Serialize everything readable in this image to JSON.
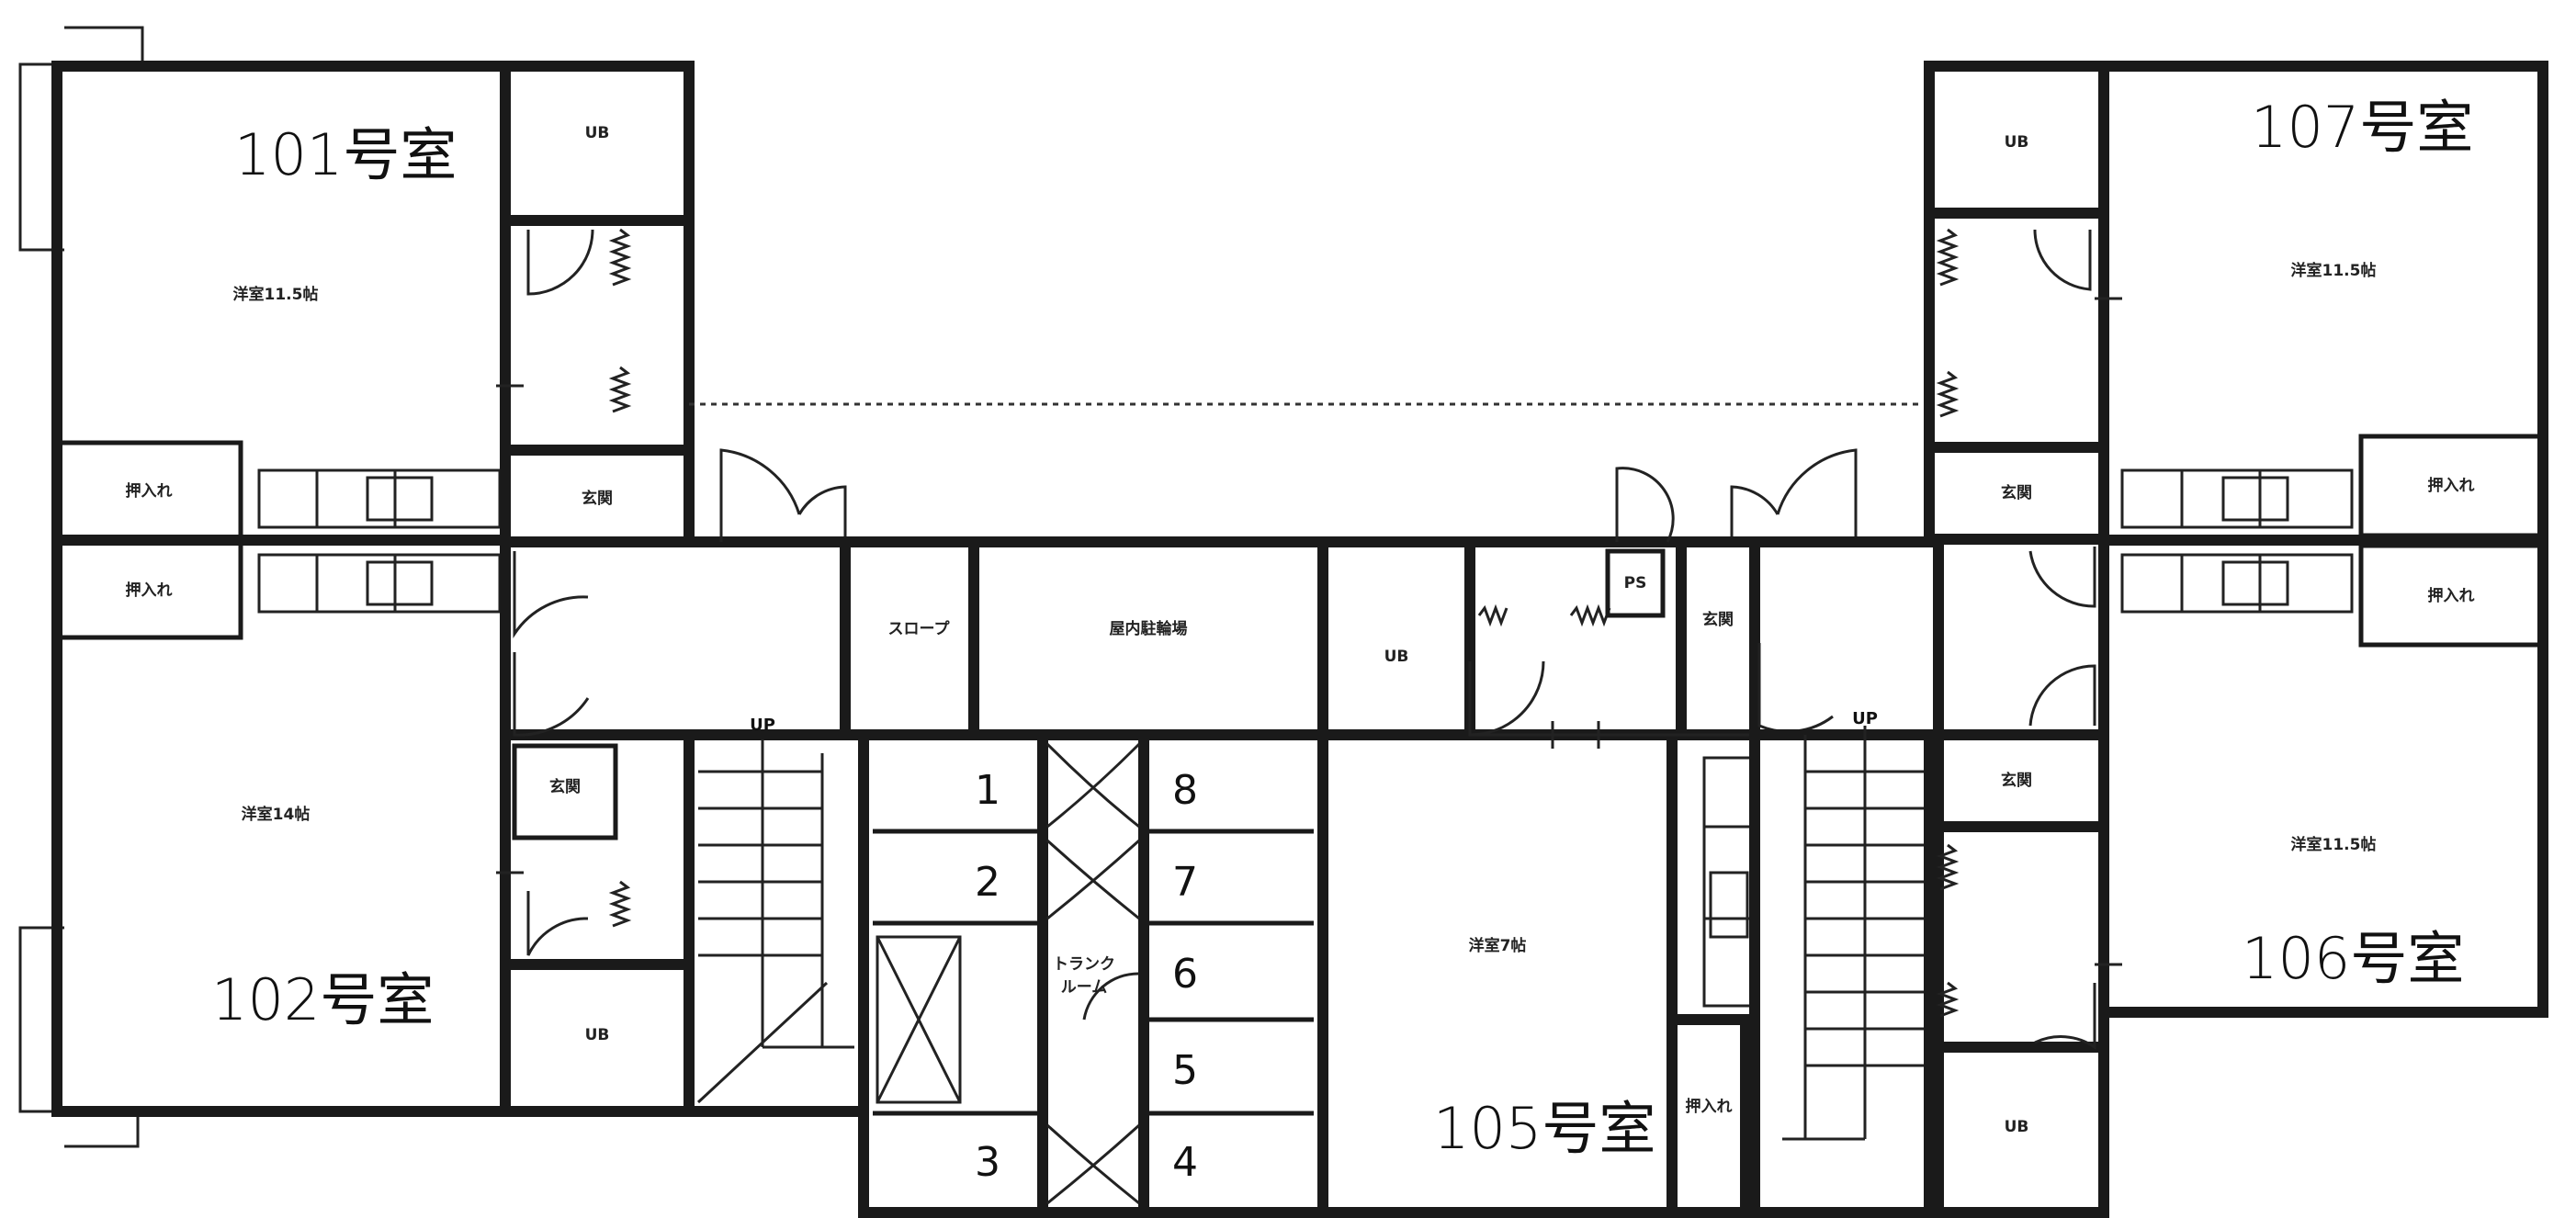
{
  "units": {
    "r101": "101号室",
    "r102": "102号室",
    "r105": "105号室",
    "r106": "106号室",
    "r107": "107号室"
  },
  "rooms": {
    "western_11_5": "洋室11.5帖",
    "western_14": "洋室14帖",
    "western_7": "洋室7帖",
    "ub": "UB",
    "closet": "押入れ",
    "entrance": "玄関",
    "ps": "PS",
    "slope": "スロープ",
    "bike_storage": "屋内駐輪場",
    "trunk_room_1": "トランク",
    "trunk_room_2": "ルーム"
  },
  "lockers": [
    "1",
    "2",
    "3",
    "4",
    "5",
    "6",
    "7",
    "8"
  ],
  "stairs": {
    "up": "UP"
  }
}
